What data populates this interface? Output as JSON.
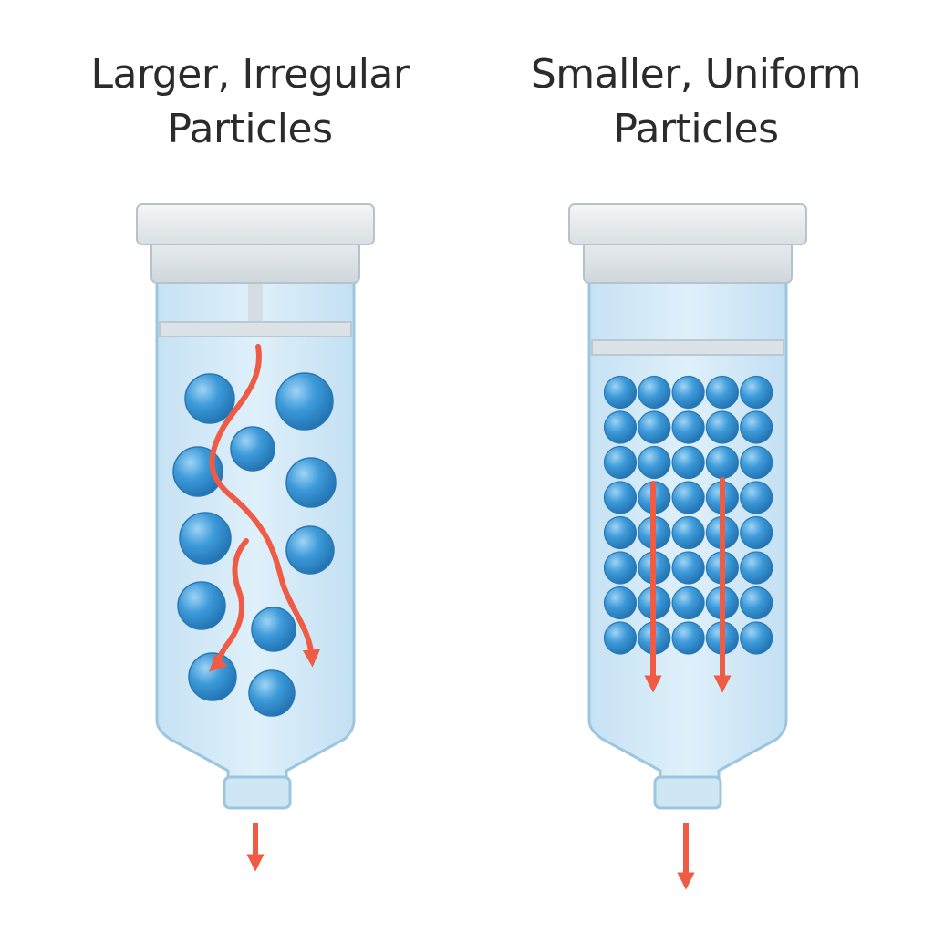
{
  "panels": [
    {
      "id": "irregular",
      "title_line1": "Larger, Irregular",
      "title_line2": "Particles",
      "particle_size": "larger",
      "packing": "irregular",
      "flow_path": "tortuous",
      "particle_count": 11,
      "flow_arrow_count": 2
    },
    {
      "id": "uniform",
      "title_line1": "Smaller, Uniform",
      "title_line2": "Particles",
      "particle_size": "smaller",
      "packing": "uniform",
      "flow_path": "straight",
      "particle_grid": {
        "rows": 8,
        "columns": 5
      },
      "flow_arrow_count": 2
    }
  ],
  "colors": {
    "flow_arrow": "#ef5b45",
    "particle": "#3a97d6",
    "column_liquid": "#d5ebf8",
    "column_cap": "#e6eaed",
    "column_outline": "#9cc6df"
  },
  "icons": [
    "column-cap-icon",
    "particle-icon",
    "flow-arrow-icon",
    "outlet-arrow-icon"
  ]
}
